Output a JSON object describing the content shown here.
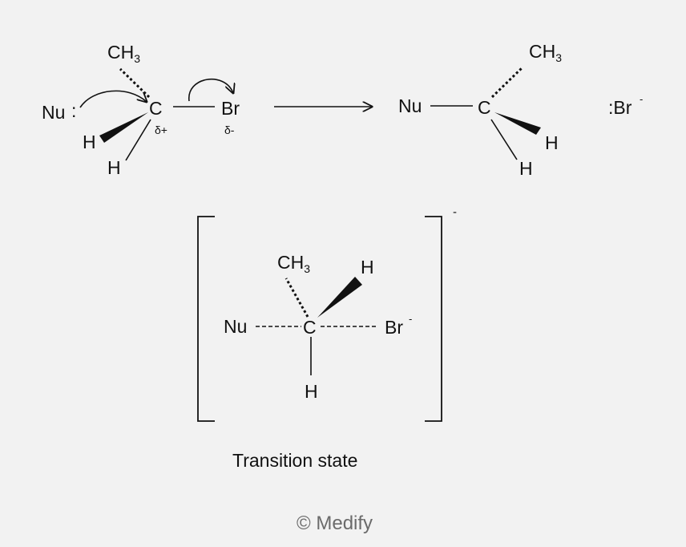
{
  "reactant": {
    "nucleophile": "Nu",
    "lone_pair": ":",
    "carbon": "C",
    "methyl": "CH",
    "methyl_sub": "3",
    "hydrogen_wedge": "H",
    "hydrogen_line": "H",
    "leaving_group": "Br",
    "carbon_charge": "δ+",
    "leaving_charge": "δ-"
  },
  "product": {
    "nucleophile": "Nu",
    "carbon": "C",
    "methyl": "CH",
    "methyl_sub": "3",
    "hydrogen_wedge": "H",
    "hydrogen_line": "H",
    "leaving_ion": ":Br",
    "leaving_ion_charge": "-"
  },
  "transition_state": {
    "nucleophile": "Nu",
    "carbon": "C",
    "methyl": "CH",
    "methyl_sub": "3",
    "hydrogen_wedge": "H",
    "hydrogen_down": "H",
    "leaving_group": "Br",
    "leaving_charge": "-",
    "overall_charge": "-",
    "caption": "Transition state"
  },
  "credit": "© Medify"
}
